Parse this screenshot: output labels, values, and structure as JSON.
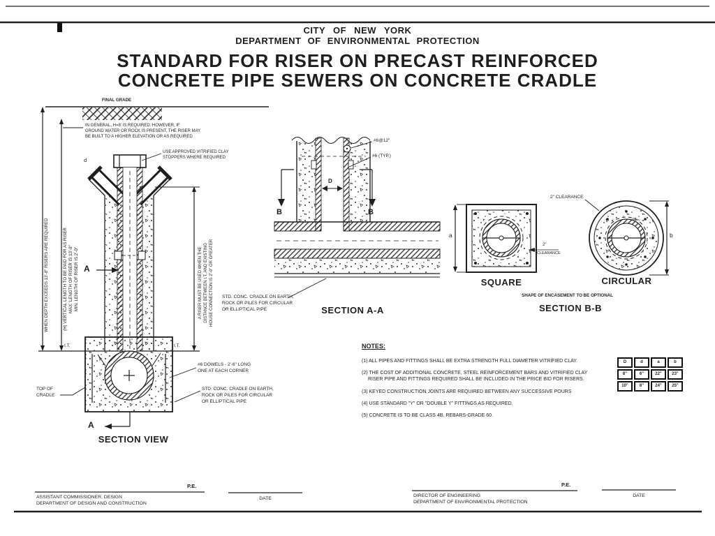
{
  "colors": {
    "ink": "#1e1e1e",
    "paper": "#ffffff"
  },
  "header": {
    "agency_line1": "CITY OF NEW YORK",
    "agency_line2": "DEPARTMENT OF ENVIRONMENTAL PROTECTION",
    "title_line1": "STANDARD FOR RISER ON PRECAST REINFORCED",
    "title_line2": "CONCRETE PIPE SEWERS ON CONCRETE CRADLE"
  },
  "section_view": {
    "final_grade": "FINAL GRADE",
    "general_note": [
      "IN GENERAL, H=8' IS REQUIRED. HOWEVER, IF",
      "GROUND WATER OR ROCK IS PRESENT, THE RISER MAY",
      "BE BUILT TO A HIGHER ELEVATION OR AS REQUIRED"
    ],
    "stoppers_note": [
      "USE APPROVED VITRIFIED CLAY",
      "STOPPERS WHERE REQUIRED"
    ],
    "depth_note": "WHEN DEPTH EXCEEDS 13'-8\" RISERS ARE REQUIRED",
    "h_note": [
      "(H) VERTICAL LENGTH TO BE PAID FOR AS RISER",
      "MAX. LENGTH OF RISER IS 13'-8\"",
      "MIN. LENGTH OF RISER IS 2'-0\""
    ],
    "riser_note": [
      "A RISER MUST BE USED WHEN THE",
      "DISTANCE BETWEEN I.T. AND EXISTING",
      "HOUSE CONNECTION IS 2'-0\" OR GREATER"
    ],
    "it_left": "I.T.",
    "it_right": "I.T.",
    "branch_dim": "d",
    "dowels_note": [
      "#6 DOWELS - 2'-6\" LONG",
      "ONE AT EACH CORNER"
    ],
    "top_of_cradle": [
      "TOP OF",
      "CRADLE"
    ],
    "cradle_note": [
      "STD. CONC. CRADLE ON EARTH,",
      "ROCK OR PILES FOR CIRCULAR",
      "OR ELLIPTICAL PIPE"
    ],
    "cut_label": "A",
    "label": "SECTION VIEW"
  },
  "section_aa": {
    "rebar_spacing": "#6@12\"",
    "rebar_typ": "#6 (TYP.)",
    "pipe_dim": "D",
    "cut_label": "B",
    "cradle_note": [
      "STD. CONC. CRADLE ON EARTH,",
      "ROCK OR PILES FOR CIRCULAR",
      "OR ELLIPTICAL PIPE"
    ],
    "label": "SECTION A-A"
  },
  "section_bb": {
    "clearance_top": "2\" CLEARANCE",
    "clearance_side": [
      "2\"",
      "CLEARANCE"
    ],
    "dim_a": "a",
    "dim_b": "b",
    "rebar": "#6",
    "square_label": "SQUARE",
    "circular_label": "CIRCULAR",
    "shape_note": "SHAPE OF ENCASEMENT TO BE OPTIONAL",
    "label": "SECTION B-B"
  },
  "notes": {
    "heading": "NOTES:",
    "lines": [
      "(1) ALL PIPES AND FITTINGS SHALL BE EXTRA STRENGTH FULL DIAMETER VITRIFIED CLAY.",
      "(2) THE COST OF ADDITIONAL CONCRETE, STEEL REINFORCEMENT BARS AND VITRIFIED CLAY",
      "RISER PIPE AND FITTINGS REQUIRED SHALL BE INCLUDED IN THE PRICE BID FOR RISERS.",
      "(3) KEYED CONSTRUCTION JOINTS ARE REQUIRED BETWEEN ANY SUCCESSIVE POURS",
      "(4) USE STANDARD \"Y\" OR \"DOUBLE Y\" FITTINGS AS REQUIRED.",
      "(5) CONCRETE IS TO BE CLASS 4B. REBARS-GRADE 60."
    ]
  },
  "size_table": {
    "headers": [
      "D",
      "d",
      "a",
      "b"
    ],
    "rows": [
      [
        "8\"",
        "6\"",
        "22\"",
        "23\""
      ],
      [
        "10\"",
        "8\"",
        "24\"",
        "25\""
      ]
    ]
  },
  "signatures": {
    "left": {
      "pe": "P.E.",
      "line1": "ASSISTANT COMMISSIONER, DESIGN",
      "line2": "DEPARTMENT OF DESIGN AND CONSTRUCTION",
      "date": "DATE"
    },
    "right": {
      "pe": "P.E.",
      "line1": "DIRECTOR OF ENGINEERING",
      "line2": "DEPARTMENT OF ENVIRONMENTAL PROTECTION",
      "date": "DATE"
    }
  }
}
